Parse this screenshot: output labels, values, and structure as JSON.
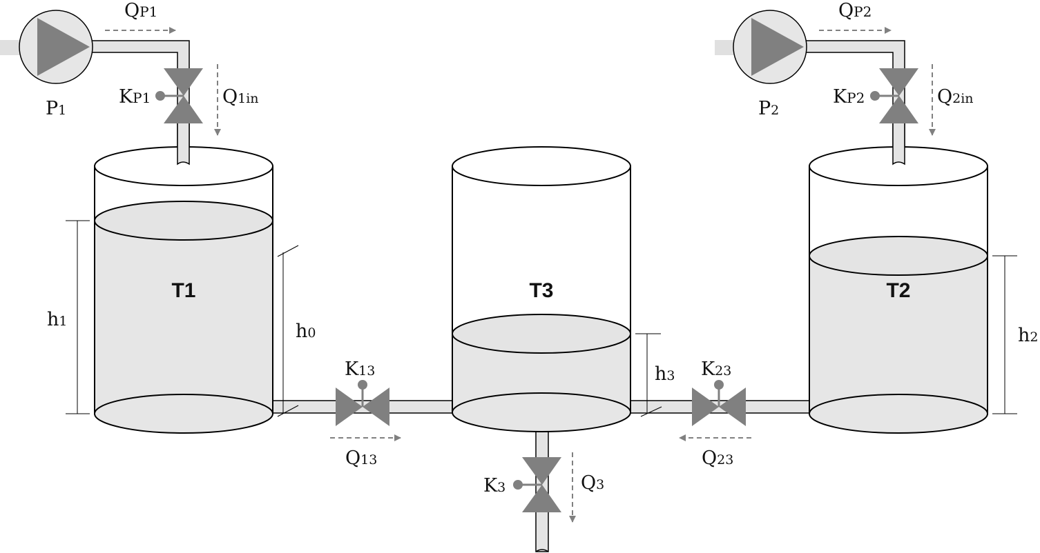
{
  "colors": {
    "liquid": "#e6e6e6",
    "liquid_surface": "#e4e4e4",
    "pipe_fill": "#e4e4e4",
    "valve": "#808080",
    "arrow": "#808080",
    "pump_body": "#e6e6e6",
    "pump_triangle": "#808080",
    "outline": "#000000"
  },
  "tanks": {
    "t1": {
      "label": "T1"
    },
    "t2": {
      "label": "T2"
    },
    "t3": {
      "label": "T3"
    }
  },
  "pumps": {
    "p1": {
      "main": "P",
      "sub": "1"
    },
    "p2": {
      "main": "P",
      "sub": "2"
    }
  },
  "valves": {
    "kp1": {
      "main": "K",
      "sub": "P1"
    },
    "kp2": {
      "main": "K",
      "sub": "P2"
    },
    "k13": {
      "main": "K",
      "sub": "13"
    },
    "k23": {
      "main": "K",
      "sub": "23"
    },
    "k3": {
      "main": "K",
      "sub": "3"
    }
  },
  "flows": {
    "qp1": {
      "main": "Q",
      "sub": "P1"
    },
    "qp2": {
      "main": "Q",
      "sub": "P2"
    },
    "q1in": {
      "main": "Q",
      "sub": "1in"
    },
    "q2in": {
      "main": "Q",
      "sub": "2in"
    },
    "q13": {
      "main": "Q",
      "sub": "13"
    },
    "q23": {
      "main": "Q",
      "sub": "23"
    },
    "q3": {
      "main": "Q",
      "sub": "3"
    }
  },
  "heights": {
    "h1": {
      "main": "h",
      "sub": "1"
    },
    "h0": {
      "main": "h",
      "sub": "0"
    },
    "h2": {
      "main": "h",
      "sub": "2"
    },
    "h3": {
      "main": "h",
      "sub": "3"
    }
  }
}
